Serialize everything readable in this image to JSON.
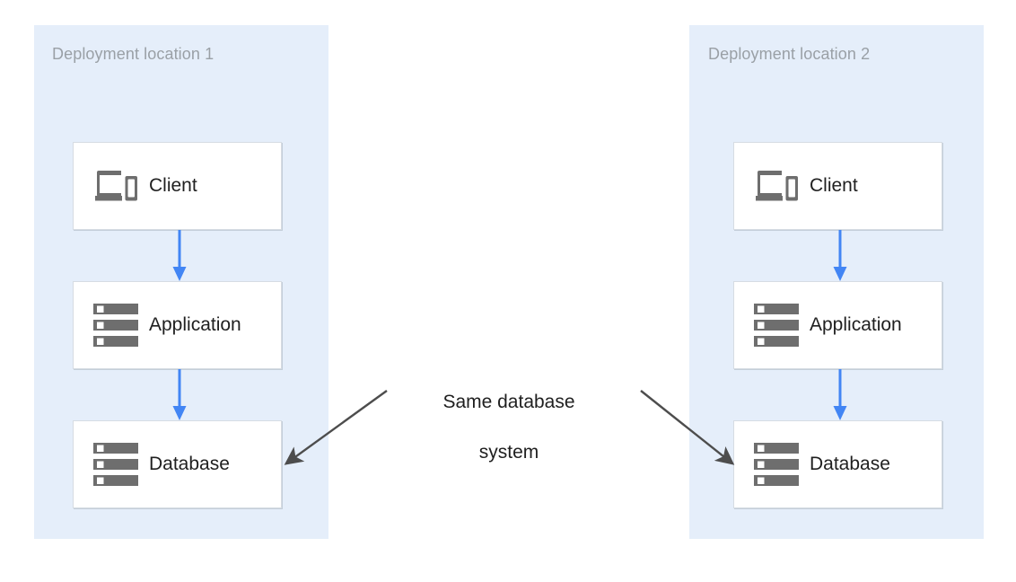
{
  "diagram": {
    "title_note": "Same database system",
    "note_line1": "Same database",
    "note_line2": "system",
    "colors": {
      "zone_background": "#e5eefa",
      "node_background": "#ffffff",
      "node_border": "#d6dce3",
      "flow_arrow": "#4285f4",
      "annotation_arrow": "#4d4d4d",
      "icon_gray": "#6e6e6e",
      "zone_title_text": "#9aa0a6",
      "node_text": "#1f1f1f"
    },
    "zones": [
      {
        "id": "zone-1",
        "title": "Deployment location 1",
        "nodes": [
          {
            "id": "client-1",
            "label": "Client",
            "icon": "devices-icon"
          },
          {
            "id": "application-1",
            "label": "Application",
            "icon": "server-icon"
          },
          {
            "id": "database-1",
            "label": "Database",
            "icon": "server-icon"
          }
        ],
        "flows": [
          {
            "from": "client-1",
            "to": "application-1",
            "color": "#4285f4"
          },
          {
            "from": "application-1",
            "to": "database-1",
            "color": "#4285f4"
          }
        ]
      },
      {
        "id": "zone-2",
        "title": "Deployment location 2",
        "nodes": [
          {
            "id": "client-2",
            "label": "Client",
            "icon": "devices-icon"
          },
          {
            "id": "application-2",
            "label": "Application",
            "icon": "server-icon"
          },
          {
            "id": "database-2",
            "label": "Database",
            "icon": "server-icon"
          }
        ],
        "flows": [
          {
            "from": "client-2",
            "to": "application-2",
            "color": "#4285f4"
          },
          {
            "from": "application-2",
            "to": "database-2",
            "color": "#4285f4"
          }
        ]
      }
    ],
    "annotations": [
      {
        "id": "note-to-database-1",
        "text": "Same database system",
        "target": "database-1",
        "color": "#4d4d4d"
      },
      {
        "id": "note-to-database-2",
        "text": "Same database system",
        "target": "database-2",
        "color": "#4d4d4d"
      }
    ]
  }
}
